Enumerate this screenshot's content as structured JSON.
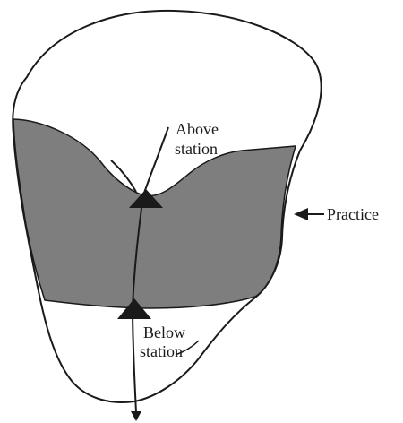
{
  "diagram": {
    "labels": {
      "above_line1": "Above",
      "above_line2": "station",
      "below_line1": "Below",
      "below_line2": "station",
      "practice": "Practice"
    },
    "colors": {
      "outline": "#1a1a1a",
      "practice_area_fill": "#7e7e7e",
      "background": "#ffffff",
      "station_marker": "#1a1a1a"
    }
  }
}
